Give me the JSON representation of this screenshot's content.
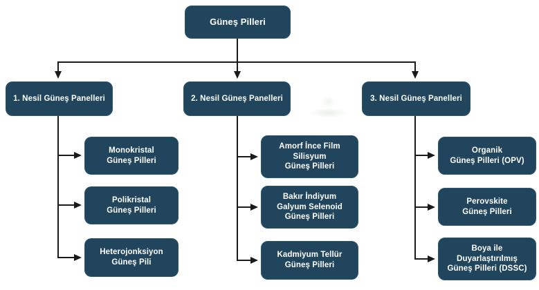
{
  "diagram": {
    "title_node": {
      "label": "Güneş Pilleri"
    },
    "columns": [
      {
        "header": "1. Nesil Güneş Panelleri",
        "children": [
          "Monokristal\nGüneş Pilleri",
          "Polikristal\nGüneş Pilleri",
          "Heterojonksiyon\nGüneş Pili"
        ]
      },
      {
        "header": "2. Nesil Güneş Panelleri",
        "children": [
          "Amorf İnce Film\nSilisyum\nGüneş Pilleri",
          "Bakır İndiyum\nGalyum Selenoid\nGüneş Pilleri",
          "Kadmiyum Tellür\nGüneş Pilleri"
        ]
      },
      {
        "header": "3. Nesil Güneş Panelleri",
        "children": [
          "Organik\nGüneş Pilleri (OPV)",
          "Perovskite\nGüneş Pilleri",
          "Boya ile\nDuyarlaştırılmış\nGüneş Pilleri (DSSC)"
        ]
      }
    ],
    "colors": {
      "node_fill": "#20455C",
      "node_text": "#FFFFFF",
      "connector": "#1A1A1A",
      "background": "#FFFFFF"
    }
  }
}
